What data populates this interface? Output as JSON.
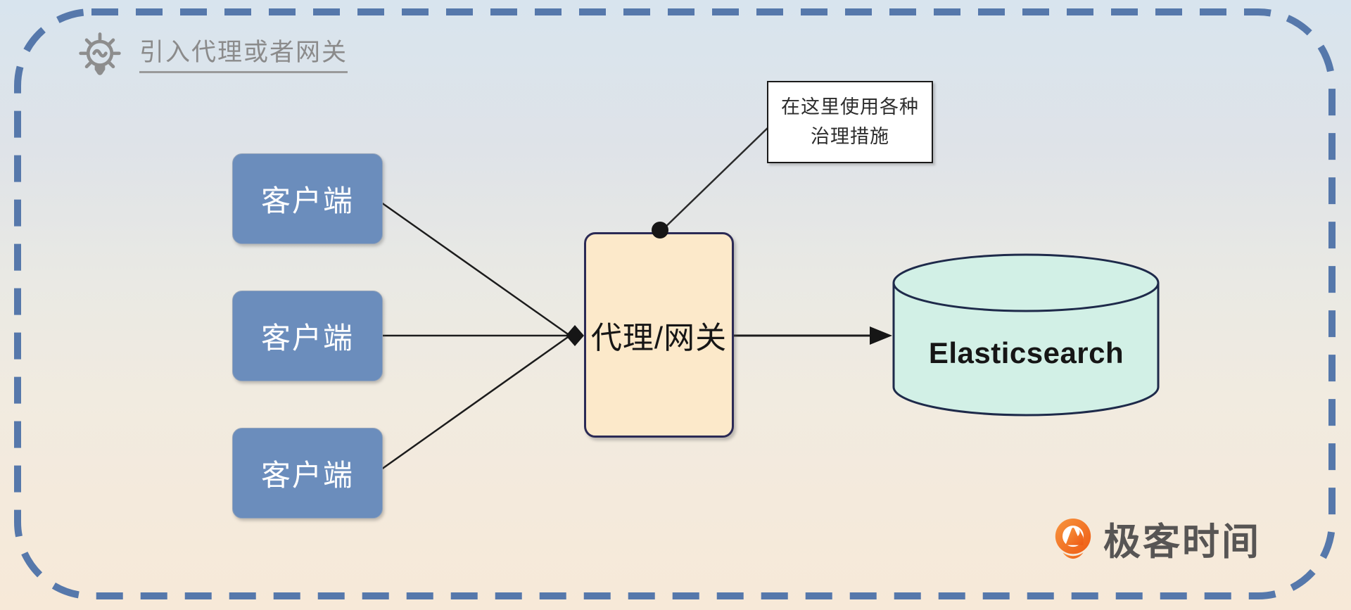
{
  "meta": {
    "kind": "architecture-diagram"
  },
  "title": {
    "text": "引入代理或者网关",
    "icon": "lightbulb-icon"
  },
  "annotation": {
    "line1": "在这里使用各种",
    "line2": "治理措施"
  },
  "nodes": {
    "clients": [
      {
        "id": "client-1",
        "label": "客户端"
      },
      {
        "id": "client-2",
        "label": "客户端"
      },
      {
        "id": "client-3",
        "label": "客户端"
      }
    ],
    "gateway": {
      "id": "gateway",
      "label": "代理/网关"
    },
    "datastore": {
      "id": "elasticsearch",
      "label": "Elasticsearch",
      "shape": "cylinder"
    }
  },
  "edges": [
    {
      "from": "client-1",
      "to": "gateway",
      "style": "solid-arrow"
    },
    {
      "from": "client-2",
      "to": "gateway",
      "style": "solid-arrow"
    },
    {
      "from": "client-3",
      "to": "gateway",
      "style": "solid-arrow"
    },
    {
      "from": "gateway",
      "to": "elasticsearch",
      "style": "solid-arrow"
    },
    {
      "from": "gateway",
      "to": "annotation",
      "style": "line-with-dot"
    }
  ],
  "logo": {
    "text": "极客时间",
    "icon": "geektime-icon"
  },
  "colors": {
    "frame_border": "#5678ab",
    "bg_top": "#d8e4ee",
    "bg_bottom": "#f7e9d8",
    "client_fill": "#6b8dbc",
    "gateway_fill": "#fce9ca",
    "gateway_border": "#2b2a55",
    "datastore_fill": "#d2f0e6",
    "datastore_border": "#1e2a4a",
    "annotation_fill": "#ffffff",
    "connector_line": "#1c1c1c",
    "title_text": "#8b8b8b",
    "logo_orange": "#f3701f",
    "logo_text": "#575554"
  }
}
